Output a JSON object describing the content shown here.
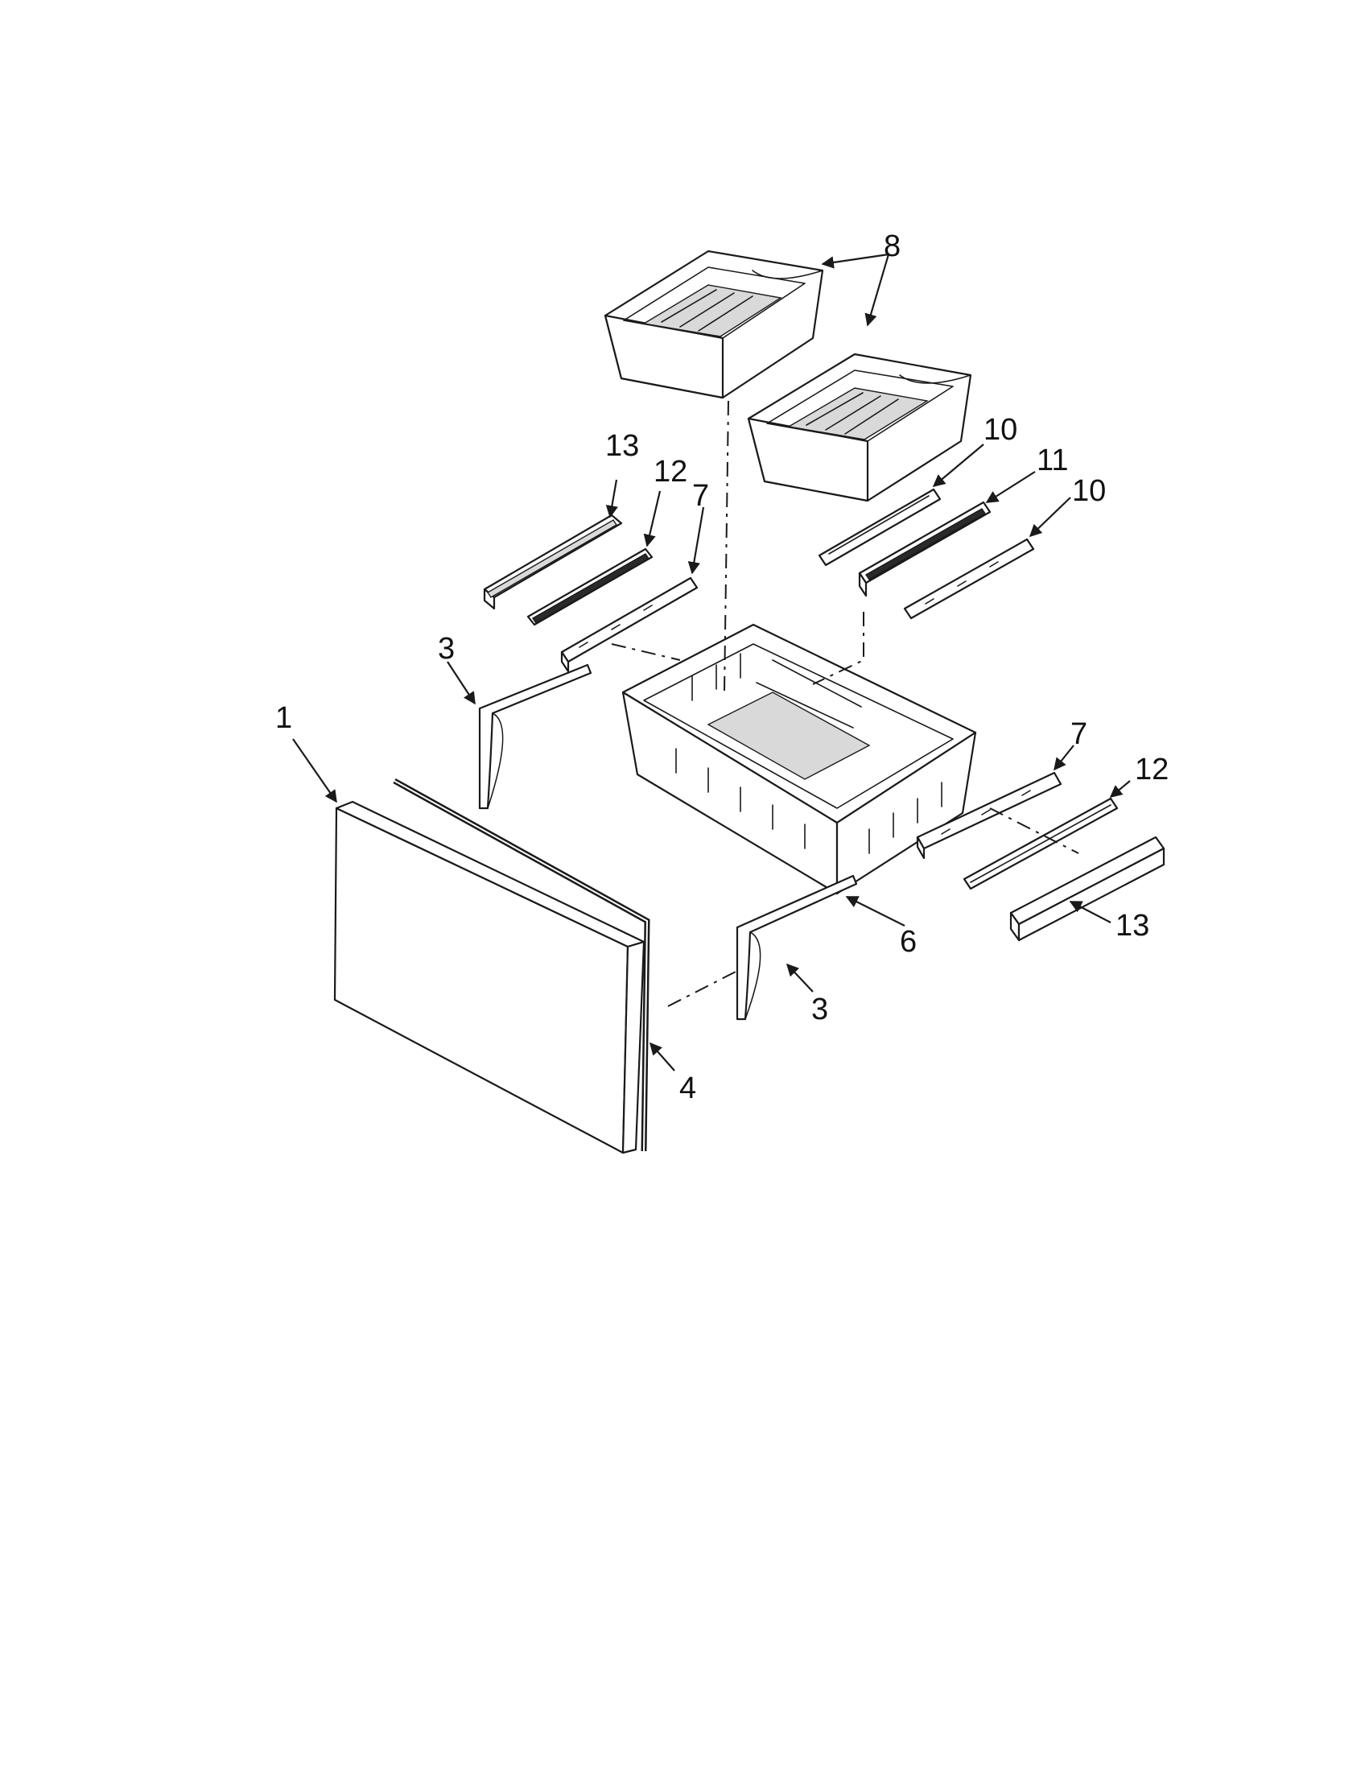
{
  "callouts": {
    "door": "1",
    "bracket_left": "3",
    "bracket_right": "3",
    "gasket": "4",
    "basket": "6",
    "slide_left": "7",
    "slide_right": "7",
    "bin": "8",
    "rail_right_upper": "10",
    "rail_right_lower": "10",
    "rail_center": "11",
    "rail_left": "12",
    "rail_right": "12",
    "cover_left": "13",
    "cover_right": "13"
  }
}
